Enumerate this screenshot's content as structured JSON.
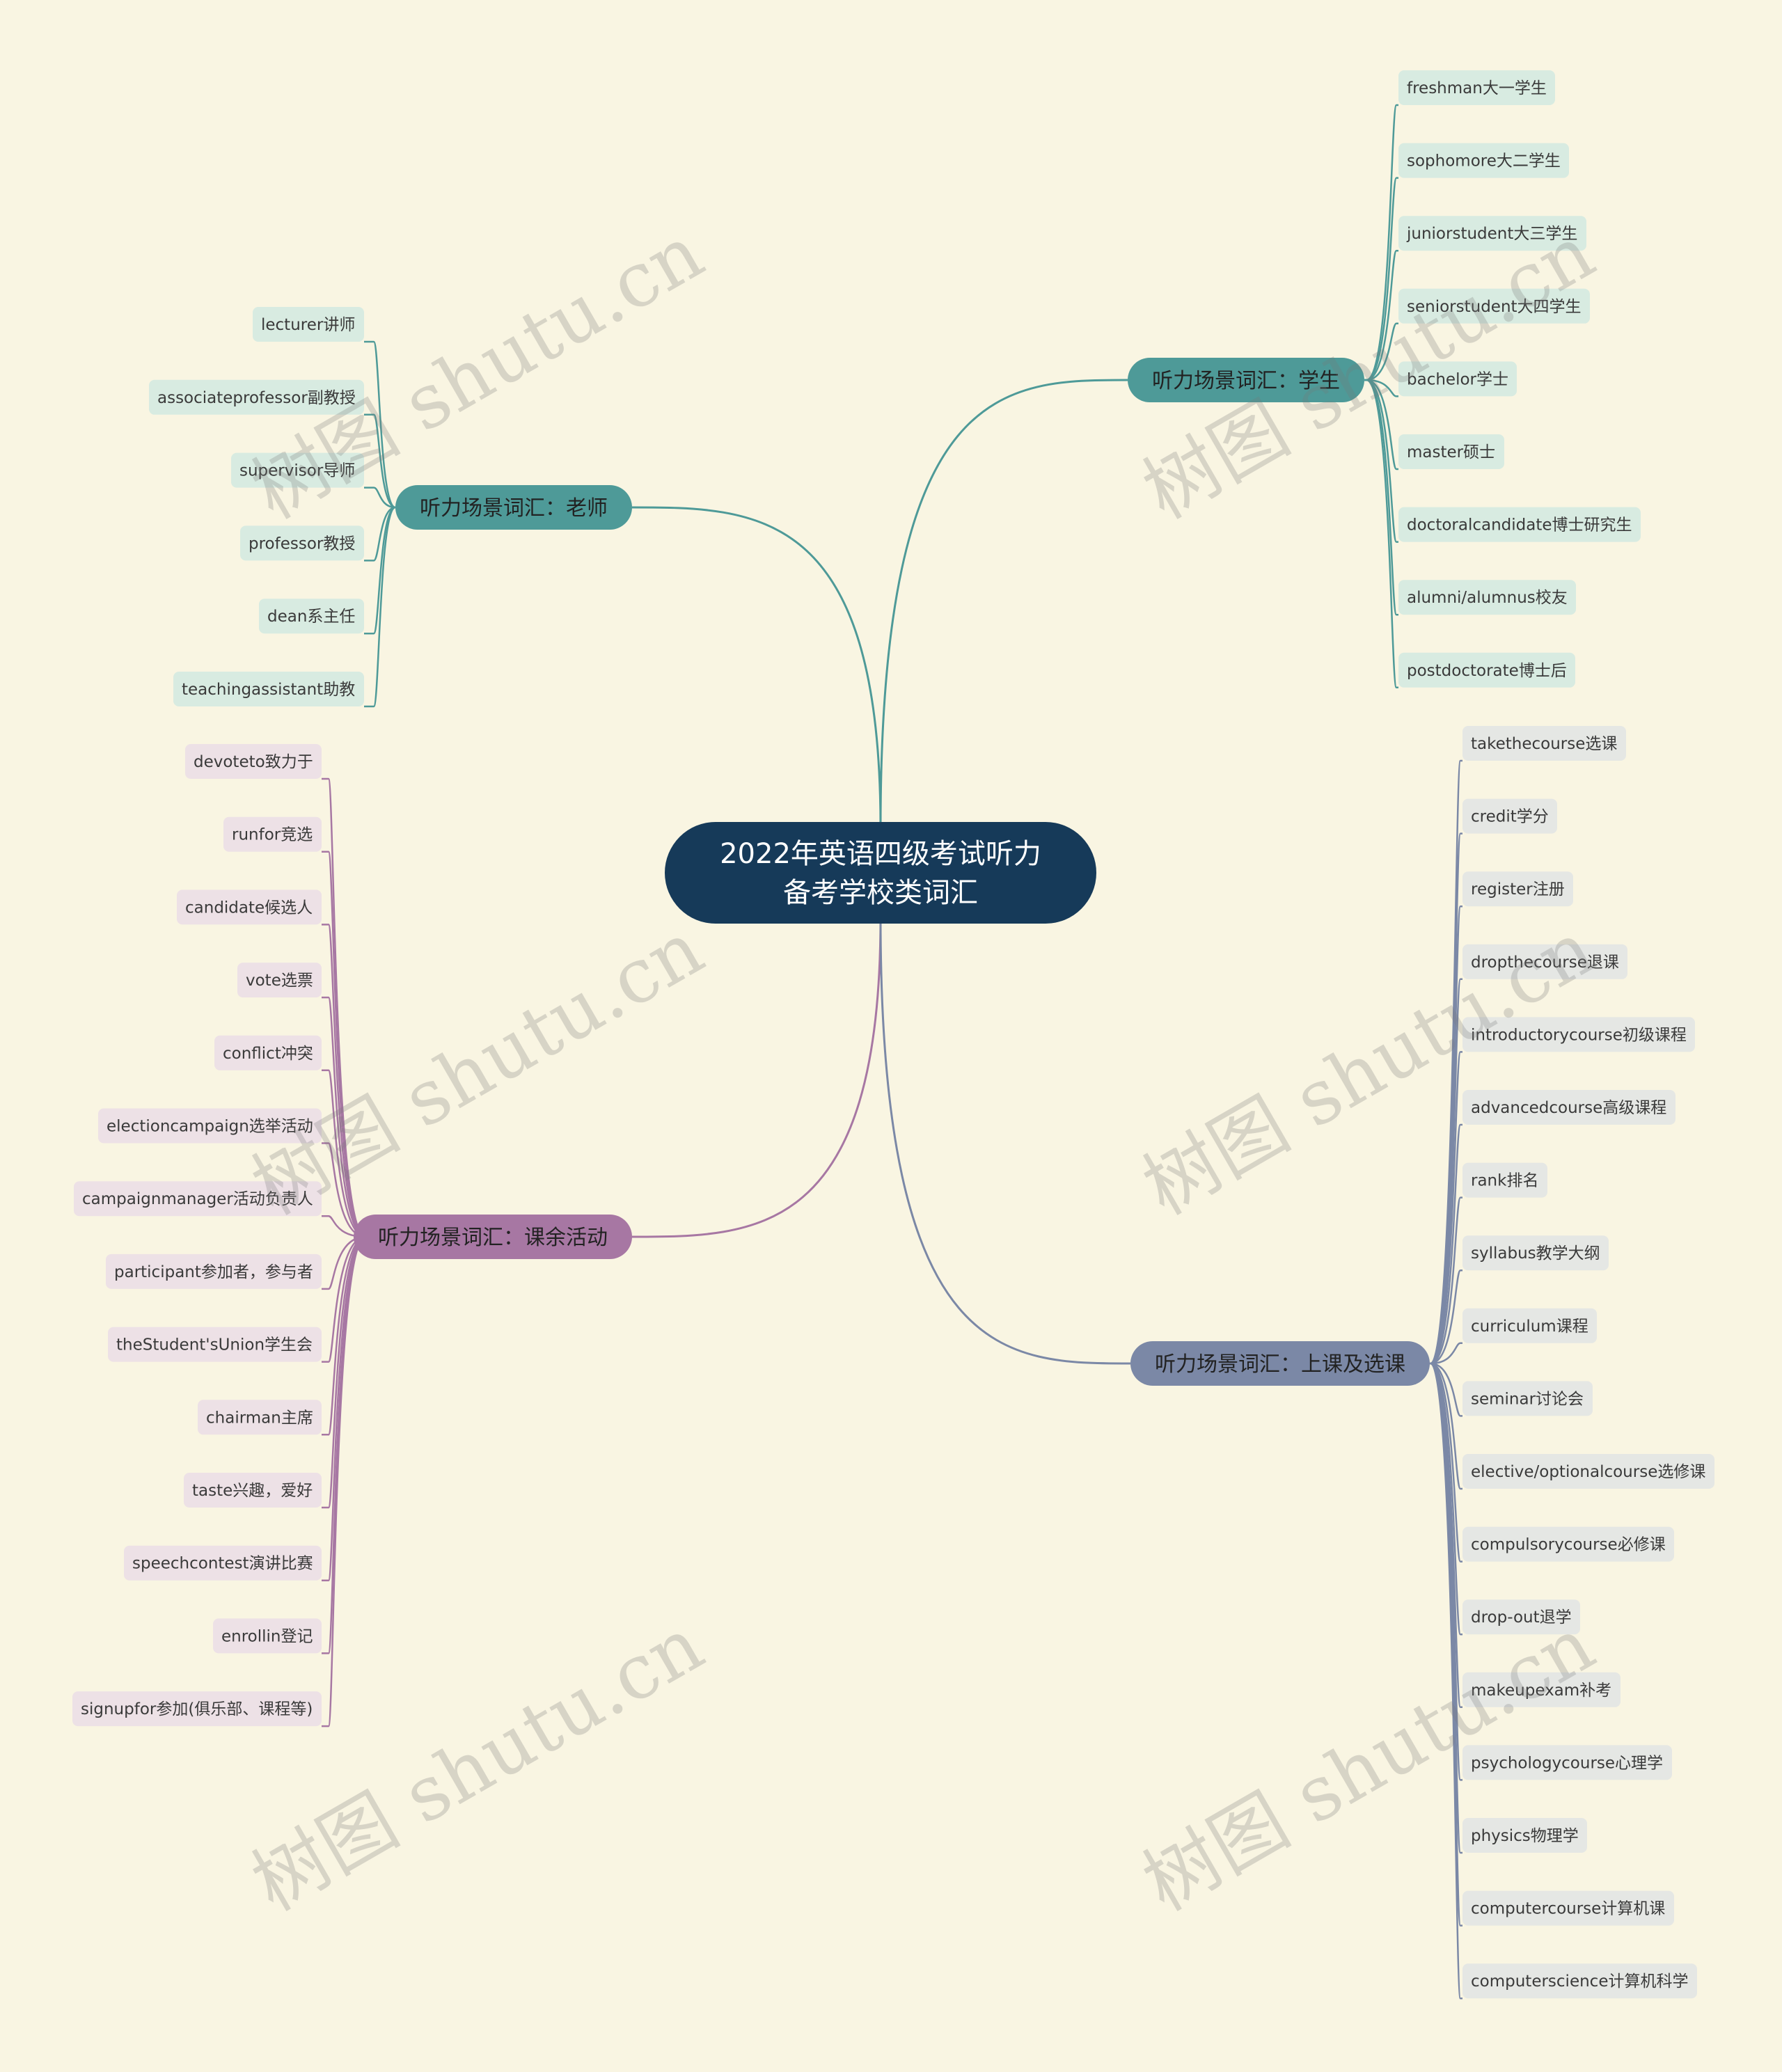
{
  "root": {
    "line1": "2022年英语四级考试听力",
    "line2": "备考学校类词汇"
  },
  "branches": [
    {
      "id": "teacher",
      "label": "听力场景词汇：老师",
      "items": [
        "lecturer讲师",
        "associateprofessor副教授",
        "supervisor导师",
        "professor教授",
        "dean系主任",
        "teachingassistant助教"
      ]
    },
    {
      "id": "student",
      "label": "听力场景词汇：学生",
      "items": [
        "freshman大一学生",
        "sophomore大二学生",
        "juniorstudent大三学生",
        "seniorstudent大四学生",
        "bachelor学士",
        "master硕士",
        "doctoralcandidate博士研究生",
        "alumni/alumnus校友",
        "postdoctorate博士后"
      ]
    },
    {
      "id": "activities",
      "label": "听力场景词汇：课余活动",
      "items": [
        "devoteto致力于",
        "runfor竞选",
        "candidate候选人",
        "vote选票",
        "conflict冲突",
        "electioncampaign选举活动",
        "campaignmanager活动负责人",
        "participant参加者，参与者",
        "theStudent'sUnion学生会",
        "chairman主席",
        "taste兴趣，爱好",
        "speechcontest演讲比赛",
        "enrollin登记",
        "signupfor参加(俱乐部、课程等)"
      ]
    },
    {
      "id": "courses",
      "label": "听力场景词汇：上课及选课",
      "items": [
        "takethecourse选课",
        "credit学分",
        "register注册",
        "dropthecourse退课",
        "introductorycourse初级课程",
        "advancedcourse高级课程",
        "rank排名",
        "syllabus教学大纲",
        "curriculum课程",
        "seminar讨论会",
        "elective/optionalcourse选修课",
        "compulsorycourse必修课",
        "drop-out退学",
        "makeupexam补考",
        "psychologycourse心理学",
        "physics物理学",
        "computercourse计算机课",
        "computerscience计算机科学"
      ]
    }
  ],
  "watermark": "树图 shutu.cn",
  "colors": {
    "background": "#f9f5e2",
    "root_fill": "#163a59",
    "teacher": "#4e9a98",
    "student": "#4e9a98",
    "activities": "#a777a3",
    "courses": "#7b88a6",
    "teal_leaf_bg": "#d8ebe1",
    "purple_leaf_bg": "#ede1e6",
    "slate_leaf_bg": "#e5e7e4",
    "leaf_text": "#3a3a3a"
  }
}
